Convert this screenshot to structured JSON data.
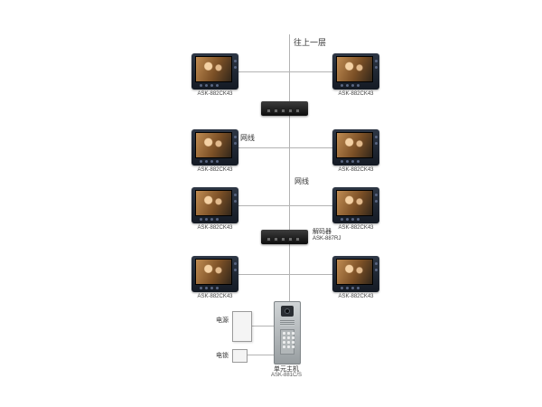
{
  "diagram": {
    "to_upper_floor": "往上一层",
    "net_cable_left": "网线",
    "net_cable_right": "网线",
    "decoder": {
      "name": "解码器",
      "model": "ASK-887RJ"
    },
    "monitors": [
      {
        "label": "ASK-882CK43"
      },
      {
        "label": "ASK-882CK43"
      },
      {
        "label": "ASK-882CK43"
      },
      {
        "label": "ASK-882CK43"
      },
      {
        "label": "ASK-882CK43"
      },
      {
        "label": "ASK-882CK43"
      },
      {
        "label": "ASK-882CK43"
      },
      {
        "label": "ASK-882CK43"
      }
    ],
    "door_station": {
      "name": "单元主机",
      "model": "ASK-881C/S",
      "power": "电源",
      "lock": "电锁"
    }
  }
}
